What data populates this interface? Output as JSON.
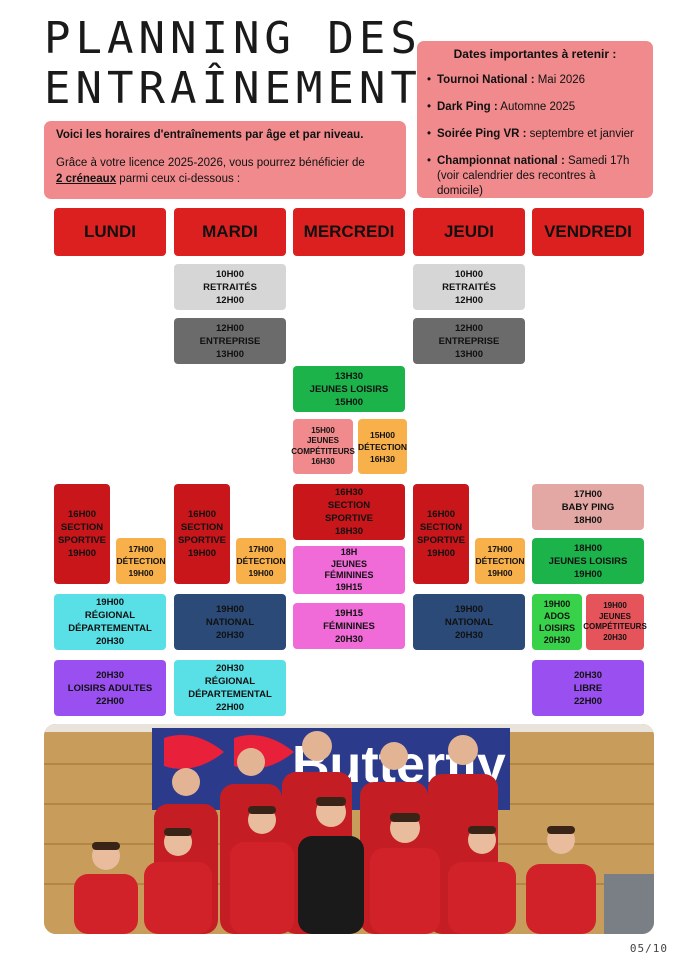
{
  "title": {
    "line1": "PLANNING DES",
    "line2": "ENTRAÎNEMENTS"
  },
  "dates": {
    "heading": "Dates importantes à retenir :",
    "items": [
      {
        "label": "Tournoi National :",
        "value": " Mai 2026"
      },
      {
        "label": "Dark Ping :",
        "value": " Automne 2025"
      },
      {
        "label": "Soirée Ping VR :",
        "value": "  septembre et janvier"
      },
      {
        "label": "Championnat national :",
        "value": " Samedi 17h",
        "extra": "(voir calendrier des recontres à domicile)"
      }
    ]
  },
  "intro": {
    "line1": "Voici les horaires d'entraînements par âge et par niveau.",
    "line2": "Grâce à votre licence 2025-2026, vous pourrez bénéficier de",
    "highlight": "2 créneaux",
    "line3": " parmi ceux ci-dessous :"
  },
  "days": [
    "LUNDI",
    "MARDI",
    "MERCREDI",
    "JEUDI",
    "VENDREDI"
  ],
  "slots": {
    "mar_retraites": [
      "10H00",
      "RETRAITÉS",
      "12H00"
    ],
    "mar_entreprise": [
      "12H00",
      "ENTREPRISE",
      "13H00"
    ],
    "jeu_retraites": [
      "10H00",
      "RETRAITÉS",
      "12H00"
    ],
    "jeu_entreprise": [
      "12H00",
      "ENTREPRISE",
      "13H00"
    ],
    "mer_jeunes_loisirs": [
      "13H30",
      "JEUNES LOISIRS",
      "15H00"
    ],
    "mer_jeunes_comp": [
      "15H00",
      "JEUNES",
      "COMPÉTITEURS",
      "16H30"
    ],
    "mer_detection": [
      "15H00",
      "DÉTECTION",
      "16H30"
    ],
    "lun_section": [
      "16H00",
      "SECTION",
      "SPORTIVE",
      "19H00"
    ],
    "lun_detection": [
      "17H00",
      "DÉTECTION",
      "19H00"
    ],
    "mar_section": [
      "16H00",
      "SECTION",
      "SPORTIVE",
      "19H00"
    ],
    "mar_detection": [
      "17H00",
      "DÉTECTION",
      "19H00"
    ],
    "mer_section": [
      "16H30",
      "SECTION",
      "SPORTIVE",
      "18H30"
    ],
    "jeu_section": [
      "16H00",
      "SECTION",
      "SPORTIVE",
      "19H00"
    ],
    "jeu_detection": [
      "17H00",
      "DÉTECTION",
      "19H00"
    ],
    "ven_baby": [
      "17H00",
      "BABY PING",
      "18H00"
    ],
    "mer_feminines1": [
      "18H",
      "JEUNES",
      "FÉMININES",
      "19H15"
    ],
    "ven_jeunes_loisirs": [
      "18H00",
      "JEUNES LOISIRS",
      "19H00"
    ],
    "lun_regional": [
      "19H00",
      "RÉGIONAL",
      "DÉPARTEMENTAL",
      "20H30"
    ],
    "mar_national": [
      "19H00",
      "NATIONAL",
      "20H30"
    ],
    "mer_feminines2": [
      "19H15",
      "FÉMININES",
      "20H30"
    ],
    "jeu_national": [
      "19H00",
      "NATIONAL",
      "20H30"
    ],
    "ven_ados": [
      "19H00",
      "ADOS",
      "LOISIRS",
      "20H30"
    ],
    "ven_jeunes_comp": [
      "19H00",
      "JEUNES",
      "COMPÉTITEURS",
      "20H30"
    ],
    "lun_loisirs_adultes": [
      "20H30",
      "LOISIRS ADULTES",
      "22H00"
    ],
    "mar_regional": [
      "20H30",
      "RÉGIONAL",
      "DÉPARTEMENTAL",
      "22H00"
    ],
    "ven_libre": [
      "20H30",
      "LIBRE",
      "22H00"
    ]
  },
  "photo": {
    "banner_text": "Butterfly"
  },
  "page_number": "05/10"
}
